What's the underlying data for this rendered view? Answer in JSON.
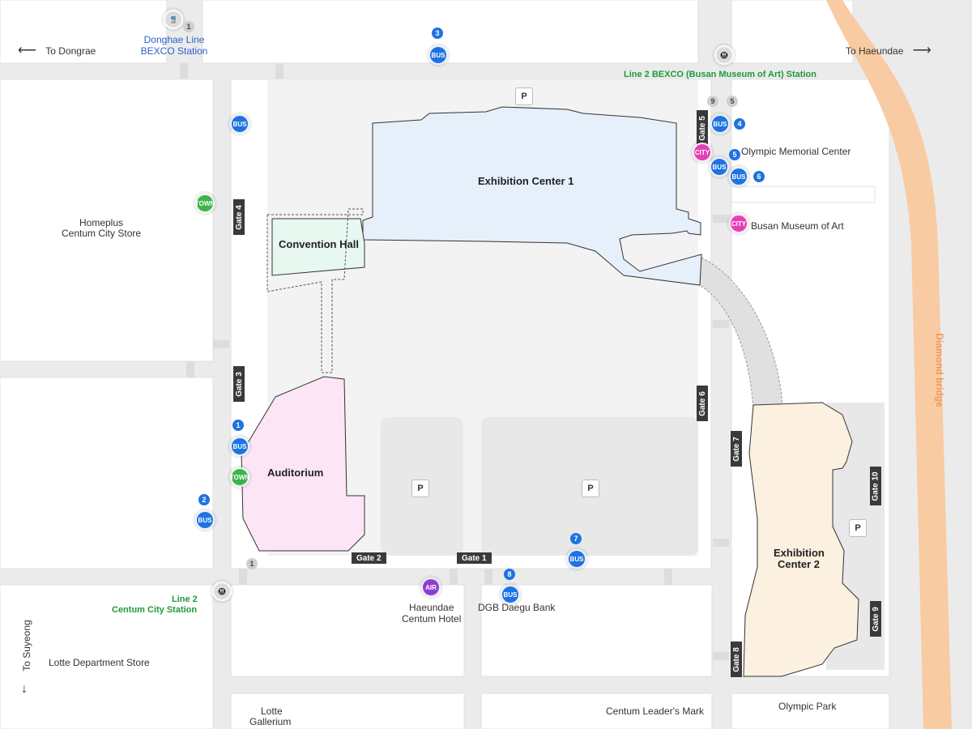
{
  "directions": {
    "to_dongrae": "To Dongrae",
    "to_haeundae": "To Haeundae",
    "to_suyeong": "To Suyeong"
  },
  "stations": {
    "donghae_line": "Donghae Line",
    "bexco_station": "BEXCO Station",
    "line2_bexco": "Line 2 BEXCO (Busan Museum of Art) Station",
    "line2": "Line 2",
    "centum_city_station": "Centum City Station"
  },
  "buildings": {
    "exhibition_center_1": "Exhibition Center 1",
    "convention_hall": "Convention Hall",
    "auditorium": "Auditorium",
    "exhibition_center_2_line1": "Exhibition",
    "exhibition_center_2_line2": "Center 2"
  },
  "places": {
    "homeplus_1": "Homeplus",
    "homeplus_2": "Centum City Store",
    "olympic_memorial_center": "Olympic Memorial Center",
    "busan_museum_of_art": "Busan Museum of Art",
    "diamond_bridge": "Diamond bridge",
    "haeundae_centum_hotel_1": "Haeundae",
    "haeundae_centum_hotel_2": "Centum Hotel",
    "dgb_daegu_bank": "DGB Daegu Bank",
    "lotte_department_store": "Lotte Department Store",
    "lotte_gallerium_1": "Lotte",
    "lotte_gallerium_2": "Gallerium",
    "centum_leaders_mark": "Centum Leader's Mark",
    "olympic_park": "Olympic Park"
  },
  "gates": {
    "gate1": "Gate 1",
    "gate2": "Gate 2",
    "gate3": "Gate 3",
    "gate4": "Gate 4",
    "gate5": "Gate 5",
    "gate6": "Gate 6",
    "gate7": "Gate 7",
    "gate8": "Gate 8",
    "gate9": "Gate 9",
    "gate10": "Gate 10"
  },
  "parking_label": "P",
  "icon_text": {
    "bus": "BUS",
    "town": "TOWN",
    "city": "CITY",
    "air": "AIR"
  },
  "numbers": {
    "n1": "1",
    "n2": "2",
    "n3": "3",
    "n4": "4",
    "n5": "5",
    "n6": "6",
    "n7": "7",
    "n8": "8",
    "n9": "9"
  },
  "colors": {
    "bus": "#1e73e0",
    "town_bus": "#3cb44a",
    "city_bus": "#e340b4",
    "airport_bus": "#8d3fd0",
    "exhibition_center_1": "#e6f0fb",
    "convention_hall": "#e6f8f0",
    "auditorium": "#fce6f6",
    "exhibition_center_2": "#fcf0e0",
    "diamond_bridge": "#f8cba3",
    "subway_line2": "#1f9a3a"
  }
}
